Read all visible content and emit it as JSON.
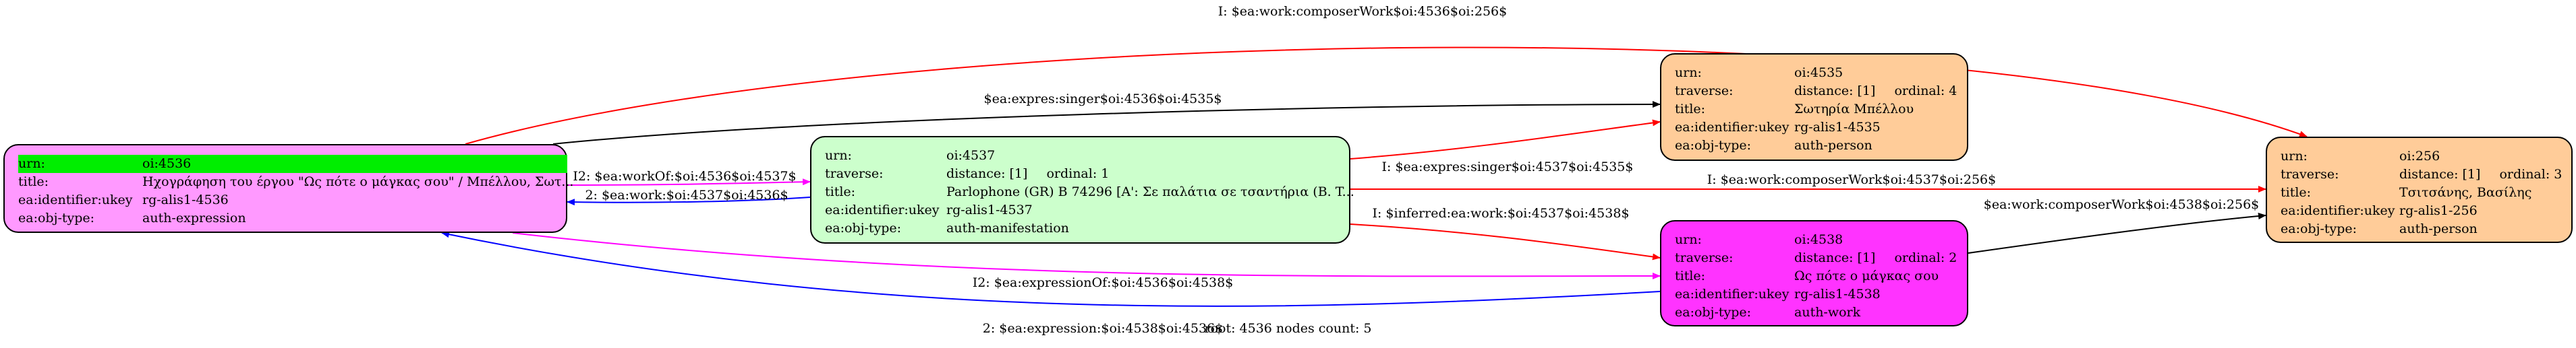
{
  "colors": {
    "root": "#ff99ff",
    "root_highlight": "#00ee00",
    "manifestation": "#ccffcc",
    "person": "#ffcc99",
    "work": "#ff33ff",
    "edge_black": "#000000",
    "edge_red": "#ff0000",
    "edge_blue": "#0000ff",
    "edge_magenta": "#ff00ff"
  },
  "nodes": {
    "n4536": {
      "rows": [
        {
          "key": "urn:",
          "value": "oi:4536"
        },
        {
          "key": "title:",
          "value": "Ηχογράφηση του έργου \"Ως πότε ο μάγκας σου\" / Μπέλλου, Σωτ..."
        },
        {
          "key": "ea:identifier:ukey",
          "value": "rg-alis1-4536"
        },
        {
          "key": "ea:obj-type:",
          "value": "auth-expression"
        }
      ]
    },
    "n4537": {
      "rows": [
        {
          "key": "urn:",
          "value": "oi:4537"
        },
        {
          "key": "traverse:",
          "value": "distance: [1]",
          "ordinal": "ordinal: 1"
        },
        {
          "key": "title:",
          "value": "Parlophone (GR) B 74296 [A': Σε παλάτια σε τσαντήρια (B. T..."
        },
        {
          "key": "ea:identifier:ukey",
          "value": "rg-alis1-4537"
        },
        {
          "key": "ea:obj-type:",
          "value": "auth-manifestation"
        }
      ]
    },
    "n4535": {
      "rows": [
        {
          "key": "urn:",
          "value": "oi:4535"
        },
        {
          "key": "traverse:",
          "value": "distance: [1]",
          "ordinal": "ordinal: 4"
        },
        {
          "key": "title:",
          "value": "Σωτηρία Μπέλλου"
        },
        {
          "key": "ea:identifier:ukey",
          "value": "rg-alis1-4535"
        },
        {
          "key": "ea:obj-type:",
          "value": "auth-person"
        }
      ]
    },
    "n4538": {
      "rows": [
        {
          "key": "urn:",
          "value": "oi:4538"
        },
        {
          "key": "traverse:",
          "value": "distance: [1]",
          "ordinal": "ordinal: 2"
        },
        {
          "key": "title:",
          "value": "Ως πότε ο μάγκας σου"
        },
        {
          "key": "ea:identifier:ukey",
          "value": "rg-alis1-4538"
        },
        {
          "key": "ea:obj-type:",
          "value": "auth-work"
        }
      ]
    },
    "n256": {
      "rows": [
        {
          "key": "urn:",
          "value": "oi:256"
        },
        {
          "key": "traverse:",
          "value": "distance: [1]",
          "ordinal": "ordinal: 3"
        },
        {
          "key": "title:",
          "value": "Τσιτσάνης, Βασίλης"
        },
        {
          "key": "ea:identifier:ukey",
          "value": "rg-alis1-256"
        },
        {
          "key": "ea:obj-type:",
          "value": "auth-person"
        }
      ]
    }
  },
  "edges": [
    {
      "id": "e1",
      "label": "I: $ea:work:composerWork$oi:4536$oi:256$",
      "color": "edge_red"
    },
    {
      "id": "e2",
      "label": "$ea:expres:singer$oi:4536$oi:4535$",
      "color": "edge_black"
    },
    {
      "id": "e3",
      "label": "I: $ea:expres:singer$oi:4537$oi:4535$",
      "color": "edge_red"
    },
    {
      "id": "e4",
      "label": "I2: $ea:workOf:$oi:4536$oi:4537$",
      "color": "edge_magenta"
    },
    {
      "id": "e5",
      "label": "2: $ea:work:$oi:4537$oi:4536$",
      "color": "edge_blue"
    },
    {
      "id": "e6",
      "label": "I: $ea:work:composerWork$oi:4537$oi:256$",
      "color": "edge_red"
    },
    {
      "id": "e7",
      "label": "I: $inferred:ea:work:$oi:4537$oi:4538$",
      "color": "edge_red"
    },
    {
      "id": "e8",
      "label": "$ea:work:composerWork$oi:4538$oi:256$",
      "color": "edge_black"
    },
    {
      "id": "e9",
      "label": "I2: $ea:expressionOf:$oi:4536$oi:4538$",
      "color": "edge_magenta"
    },
    {
      "id": "e10",
      "label": "2: $ea:expression:$oi:4538$oi:4536$",
      "color": "edge_blue"
    }
  ],
  "footer": "root: 4536 nodes count: 5"
}
